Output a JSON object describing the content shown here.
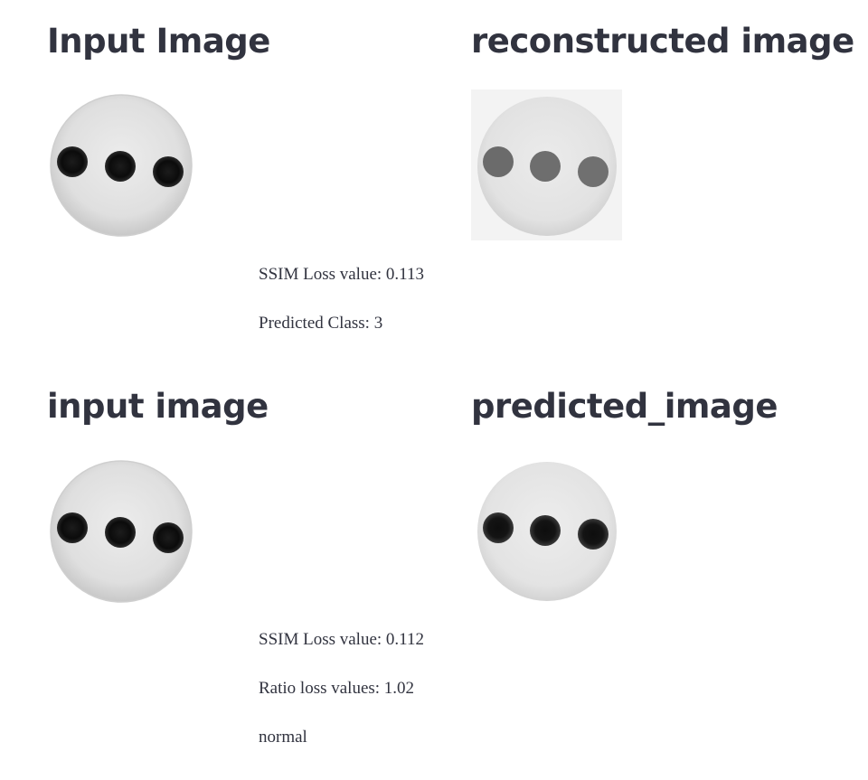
{
  "section1": {
    "left_title": "Input Image",
    "right_title": "reconstructed image",
    "ssim_text": "SSIM Loss value: 0.113",
    "class_text": "Predicted Class: 3"
  },
  "section2": {
    "left_title": "input image",
    "right_title": "predicted_image",
    "ssim_text": "SSIM Loss value: 0.112",
    "ratio_text": "Ratio loss values: 1.02",
    "status_text": "normal"
  }
}
